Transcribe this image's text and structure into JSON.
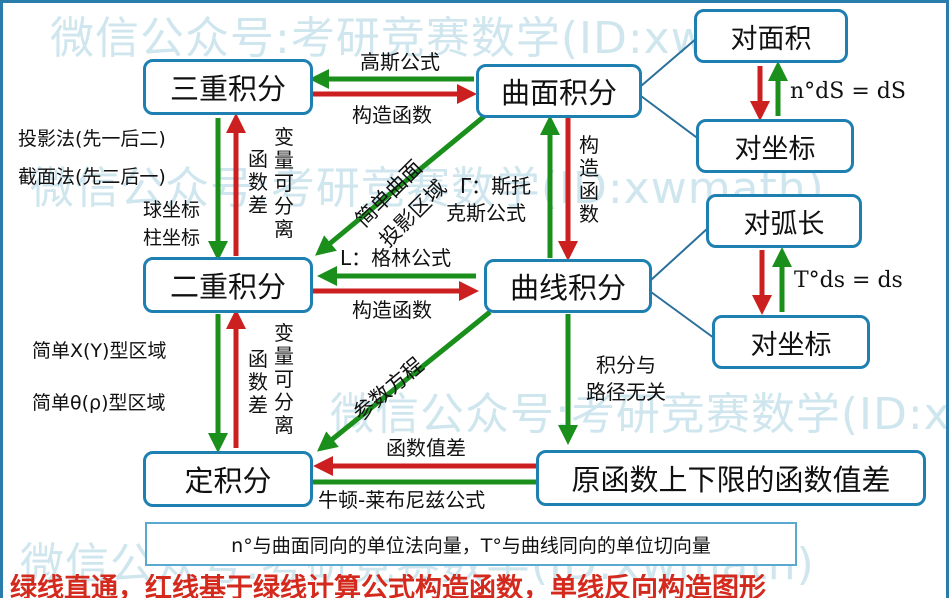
{
  "watermark": "微信公众号:考研竞赛数学(ID:xwmath)",
  "colors": {
    "green_arrow": "#1b8f1b",
    "red_arrow": "#cc1f1f",
    "box_border": "#1e7fb1",
    "connector": "#2b6f9b",
    "banner_text": "#d42a1d"
  },
  "boxes": {
    "triple": "三重积分",
    "surface": "曲面积分",
    "area_elem": "对面积",
    "surf_coord": "对坐标",
    "double": "二重积分",
    "line": "曲线积分",
    "arc_elem": "对弧长",
    "line_coord": "对坐标",
    "definite": "定积分",
    "antideriv": "原函数上下限的函数值差"
  },
  "labels": {
    "gauss": "高斯公式",
    "construct_top": "构造函数",
    "proj1": "投影法(先一后二)",
    "proj2": "截面法(先二后一)",
    "sph": "球坐标",
    "cyl": "柱坐标",
    "func_diff_1": "函数差",
    "var_sep_1": "变量可分离",
    "simple_surface": "简单曲面",
    "proj_region": "投影区域",
    "stokes_1": "Γ：斯托",
    "stokes_2": "克斯公式",
    "construct_vert": "构造函数",
    "green": "L：格林公式",
    "construct_mid": "构造函数",
    "simple_xy": "简单X(Y)型区域",
    "simple_theta": "简单θ(ρ)型区域",
    "func_diff_2": "函数差",
    "var_sep_2": "变量可分离",
    "param_eq": "参数方程",
    "path_indep_1": "积分与",
    "path_indep_2": "路径无关",
    "func_value_diff": "函数值差",
    "newton": "牛顿-莱布尼兹公式"
  },
  "formulas": {
    "surface_elem": "n°dS = dS",
    "arc_elem": "T°ds = ds"
  },
  "note": "n°与曲面同向的单位法向量，T°与曲线同向的单位切向量",
  "banner": "绿线直通，红线基于绿线计算公式构造函数，单线反向构造图形"
}
